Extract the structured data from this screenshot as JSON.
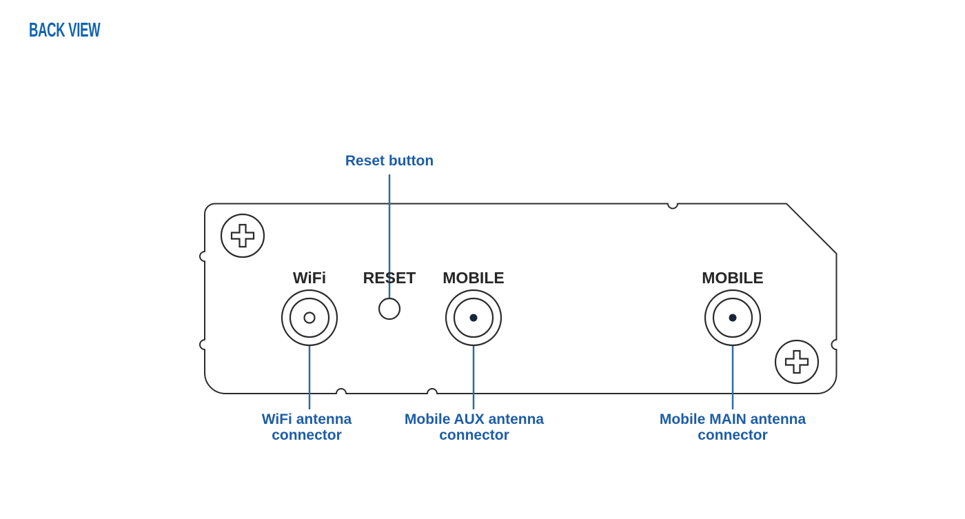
{
  "header": {
    "title": "BACK VIEW"
  },
  "diagram": {
    "ports": {
      "wifi": "WiFi",
      "reset": "RESET",
      "mobile_aux": "MOBILE",
      "mobile_main": "MOBILE"
    },
    "callouts": {
      "reset": "Reset button",
      "wifi": {
        "line1": "WiFi antenna",
        "line2": "connector"
      },
      "mobile_aux": {
        "line1": "Mobile AUX antenna",
        "line2": "connector"
      },
      "mobile_main": {
        "line1": "Mobile MAIN antenna",
        "line2": "connector"
      }
    },
    "icons": {
      "screw_top_left": "phillips-screw-icon",
      "screw_bottom_right": "phillips-screw-icon",
      "wifi_connector": "rf-connector-icon",
      "mobile_aux_connector": "rf-connector-icon",
      "mobile_main_connector": "rf-connector-icon",
      "reset_button": "reset-button-icon"
    },
    "colors": {
      "heading_blue": "#1063b1",
      "callout_blue": "#1d5da7",
      "line_blue": "#2e6ba6",
      "outline_dark": "#2b2b2b",
      "connector_dot": "#16243c"
    }
  }
}
